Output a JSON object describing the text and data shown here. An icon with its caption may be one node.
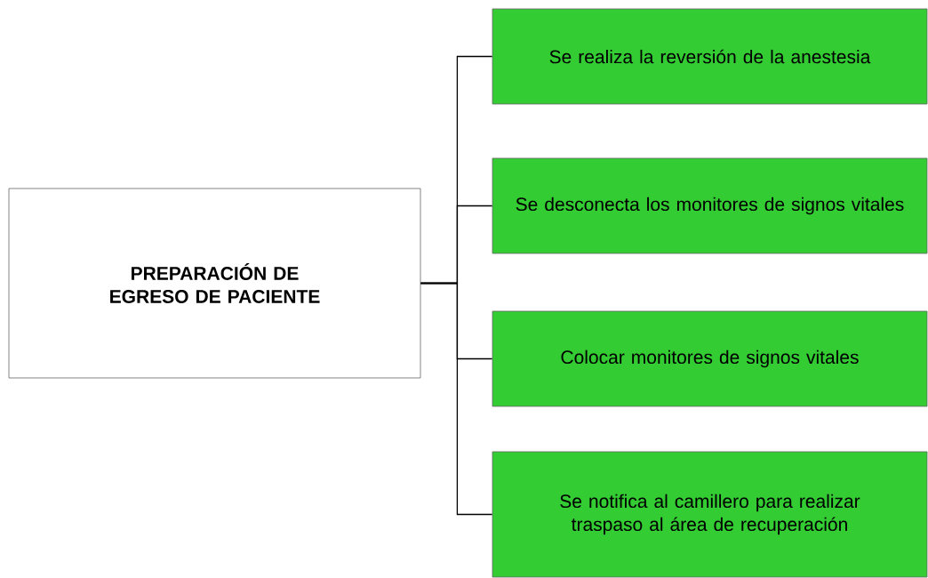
{
  "diagram": {
    "nodes": [
      {
        "text": [
          "PREPARACIÓN DE EGRESO DE PACIENTE"
        ]
      },
      {
        "text": [
          "Se realiza la reversión de la anestesia"
        ]
      },
      {
        "text": [
          "Se desconecta los monitores de signos vitales"
        ]
      },
      {
        "text": [
          "Colocar monitores de signos vitales"
        ]
      },
      {
        "text": [
          "Se notifica al camillero para realizar traspaso al área de recuperación"
        ]
      }
    ],
    "edges": [
      {
        "from": 0,
        "to": 1,
        "arrow": "none"
      },
      {
        "from": 0,
        "to": 2,
        "arrow": "none"
      },
      {
        "from": 0,
        "to": 3,
        "arrow": "none"
      },
      {
        "from": 0,
        "to": 4,
        "arrow": "none"
      }
    ]
  }
}
